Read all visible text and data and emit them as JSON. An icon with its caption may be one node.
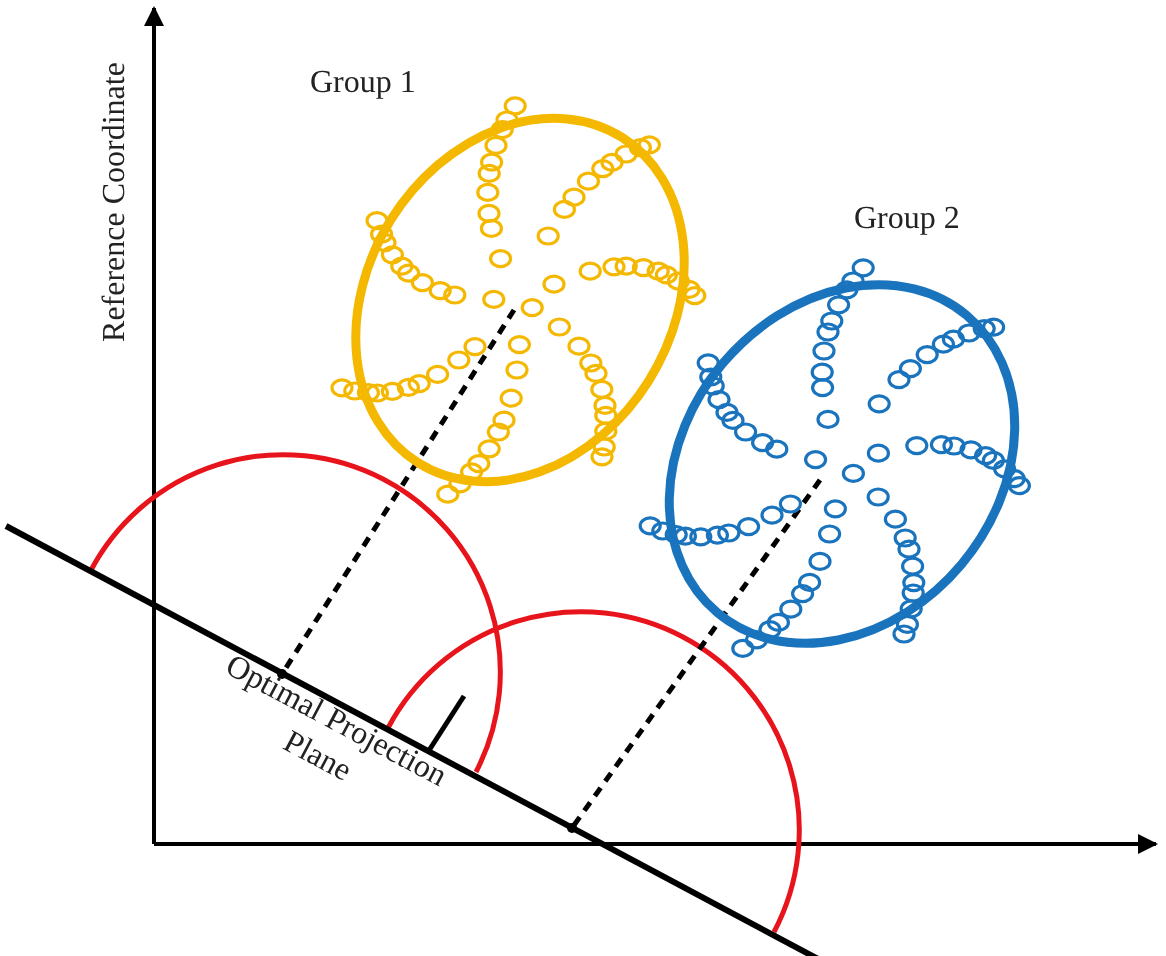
{
  "diagram": {
    "labels": [
      "Reference Coordinate",
      "Group 1",
      "Group 2",
      "Optimal Projection Plane"
    ]
  }
}
